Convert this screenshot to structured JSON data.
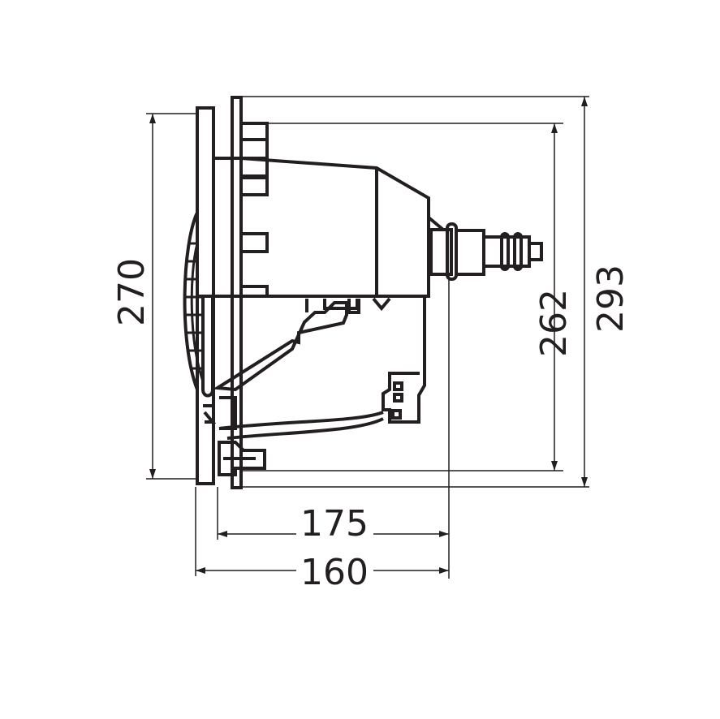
{
  "diagram": {
    "type": "technical dimension drawing",
    "dimensions": {
      "height_left": "270",
      "height_inner": "262",
      "height_outer": "293",
      "depth_upper": "175",
      "depth_lower": "160"
    },
    "line_color": "#231f20"
  }
}
